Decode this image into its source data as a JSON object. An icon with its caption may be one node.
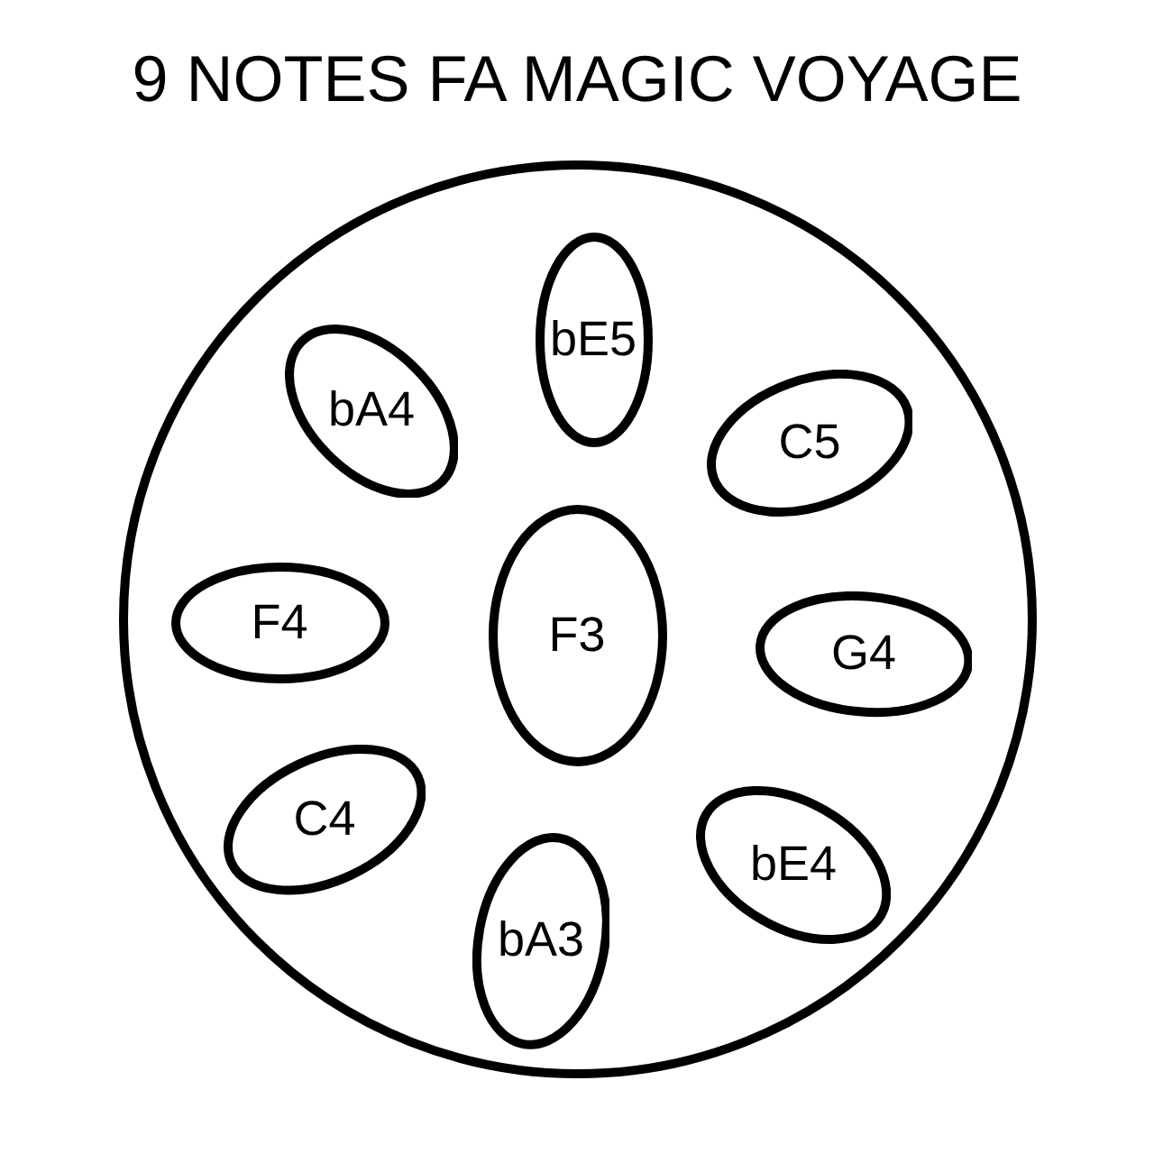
{
  "diagram": {
    "title": "9 NOTES FA MAGIC VOYAGE",
    "nodes": [
      {
        "text": [],
        "shape": "circle"
      },
      {
        "text": [
          "bE5"
        ],
        "in": 0
      },
      {
        "text": [
          "bA4"
        ],
        "in": 0
      },
      {
        "text": [
          "C5"
        ],
        "in": 0
      },
      {
        "text": [
          "F4"
        ],
        "in": 0
      },
      {
        "text": [
          "F3"
        ],
        "in": 0
      },
      {
        "text": [
          "G4"
        ],
        "in": 0
      },
      {
        "text": [
          "C4"
        ],
        "in": 0
      },
      {
        "text": [
          "bE4"
        ],
        "in": 0
      },
      {
        "text": [
          "bA3"
        ],
        "in": 0
      }
    ]
  }
}
